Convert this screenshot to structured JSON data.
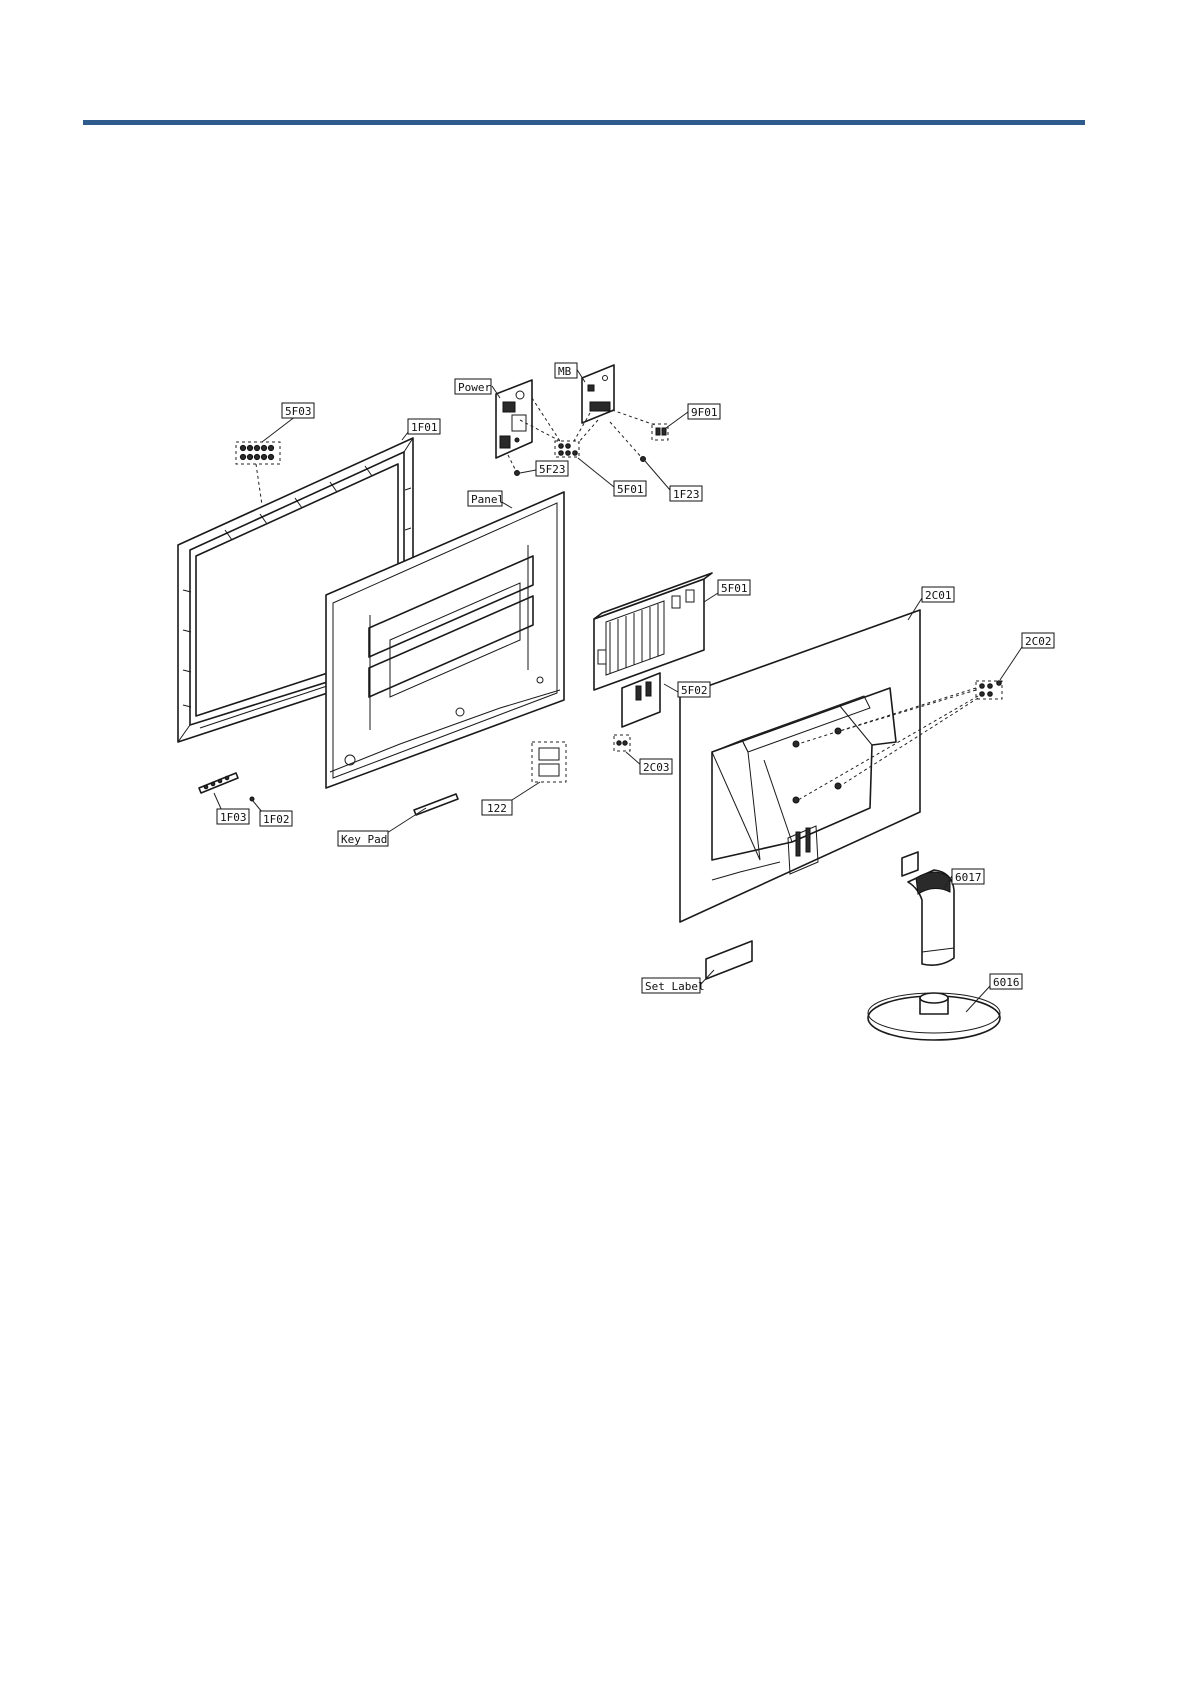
{
  "colors": {
    "rule": "#2e5a8c",
    "ink": "#1a1a1a"
  },
  "labels": {
    "5F03": "5F03",
    "1F01": "1F01",
    "Power": "Power",
    "MB": "MB",
    "9F01": "9F01",
    "5F23": "5F23",
    "5F01_top": "5F01",
    "1F23": "1F23",
    "Panel": "Panel",
    "5F01_mid": "5F01",
    "2C01": "2C01",
    "2C02": "2C02",
    "5F02": "5F02",
    "2C03": "2C03",
    "122": "122",
    "1F03": "1F03",
    "1F02": "1F02",
    "Key Pad": "Key Pad",
    "6017": "6017",
    "Set Label": "Set Label",
    "6016": "6016"
  }
}
